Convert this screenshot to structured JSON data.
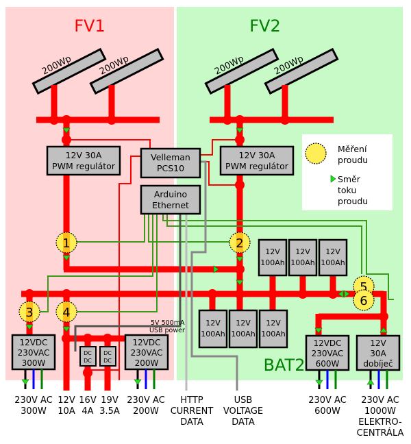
{
  "zones": {
    "fv1": {
      "label": "FV1",
      "color": "#ff0000",
      "bg": "#ffd5d5"
    },
    "fv2": {
      "label": "FV2",
      "color": "#008000",
      "bg": "#c8fac8"
    },
    "bat2": {
      "label": "BAT2",
      "color": "#008000"
    }
  },
  "panels": [
    {
      "label": "200Wp"
    },
    {
      "label": "200Wp"
    },
    {
      "label": "200Wp"
    },
    {
      "label": "200Wp"
    }
  ],
  "boxes": {
    "reg1": [
      "12V 30A",
      "PWM regulátor"
    ],
    "reg2": [
      "12V 30A",
      "PWM regulátor"
    ],
    "velleman": [
      "Velleman",
      "PCS10"
    ],
    "arduino": [
      "Arduino",
      "Ethernet"
    ],
    "inv300": [
      "12VDC",
      "230VAC",
      "300W"
    ],
    "inv200": [
      "12VDC",
      "230VAC",
      "200W"
    ],
    "inv600": [
      "12VDC",
      "230VAC",
      "600W"
    ],
    "charger": [
      "12V",
      "30A",
      "dobíječ"
    ],
    "dcdc1": [
      "DC",
      "DC"
    ],
    "dcdc2": [
      "DC",
      "DC"
    ]
  },
  "batteries": [
    [
      "12V",
      "100Ah"
    ],
    [
      "12V",
      "100Ah"
    ],
    [
      "12V",
      "100Ah"
    ],
    [
      "12V",
      "100Ah"
    ],
    [
      "12V",
      "100Ah"
    ],
    [
      "12V",
      "100Ah"
    ]
  ],
  "meters": [
    "1",
    "2",
    "3",
    "4",
    "5",
    "6"
  ],
  "usb_power_label": [
    "5V 500mA",
    "USB power"
  ],
  "legend": {
    "meter_label": [
      "Měření",
      "proudu"
    ],
    "flow_label": [
      "Směr",
      "toku",
      "proudu"
    ]
  },
  "outputs": [
    [
      "230V AC",
      "300W"
    ],
    [
      "12V",
      "10A"
    ],
    [
      "16V",
      "4A"
    ],
    [
      "19V",
      "3.5A"
    ],
    [
      "230V AC",
      "200W"
    ],
    [
      "HTTP",
      "CURRENT",
      "DATA"
    ],
    [
      "USB",
      "VOLTAGE",
      "DATA"
    ],
    [
      "230V AC",
      "600W"
    ],
    [
      "230V AC",
      "1000W",
      "ELEKTRO-",
      "CENTRÁLA"
    ]
  ],
  "colors": {
    "power": "#ff0000",
    "signal": "#3a9a1a",
    "arrow": "#22dd22",
    "meter": "#ffee55",
    "box": "#c0c0c0",
    "usb_dark": "#555555",
    "usb_gray": "#888888",
    "http_gray": "#bbbbbb"
  }
}
